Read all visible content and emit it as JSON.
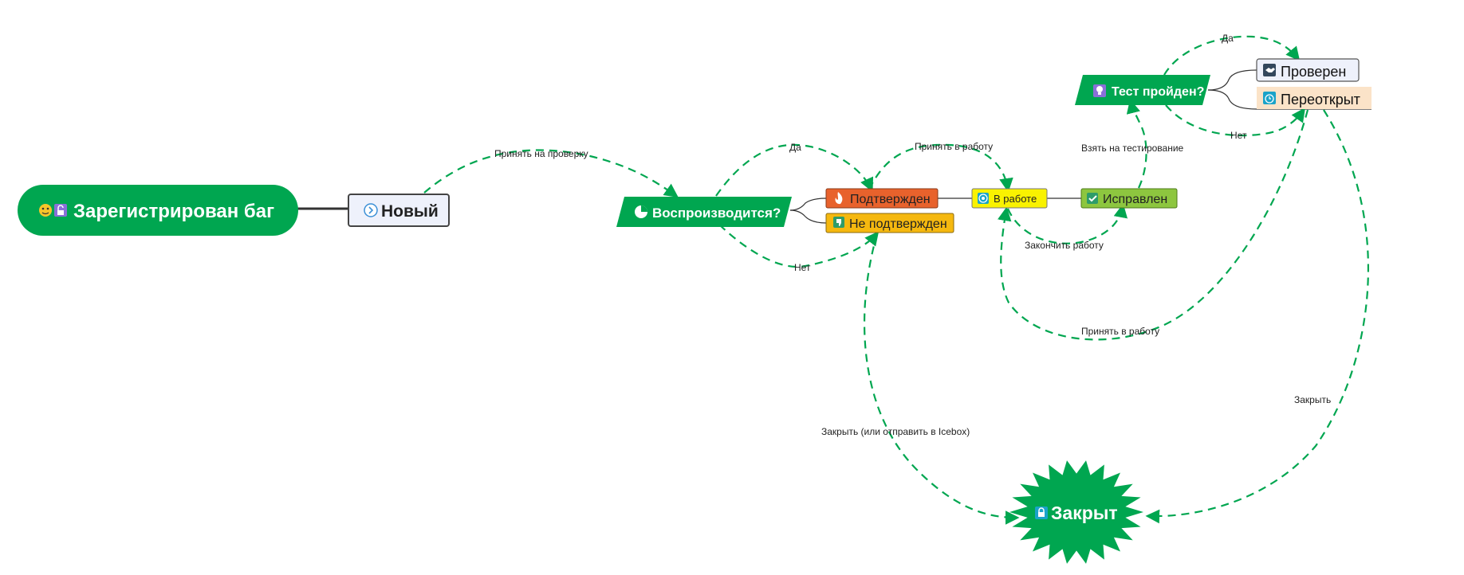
{
  "nodes": {
    "root": {
      "label": "Зарегистрирован баг",
      "icons": [
        "face-icon",
        "lock-open-icon"
      ],
      "fill": "#00a650",
      "text_color": "#ffffff"
    },
    "new": {
      "label": "Новый",
      "icon": "chevron-right-circle-icon",
      "fill": "#eef1fb",
      "border": "#444444"
    },
    "reproduces": {
      "label": "Воспроизводится?",
      "icon": "pie-icon",
      "fill": "#00a650",
      "text_color": "#ffffff"
    },
    "confirmed": {
      "label": "Подтвержден",
      "icon": "fire-icon",
      "fill": "#e8622c"
    },
    "not_confirmed": {
      "label": "Не подтвержден",
      "icon": "thumbs-down-icon",
      "fill": "#f5b80f"
    },
    "in_progress": {
      "label": "В работе",
      "icon": "target-icon",
      "fill": "#f9f200"
    },
    "fixed": {
      "label": "Исправлен",
      "icon": "check-icon",
      "fill": "#8dc63f"
    },
    "test_passed": {
      "label": "Тест пройден?",
      "icon": "lightbulb-icon",
      "fill": "#00a650",
      "text_color": "#ffffff"
    },
    "verified": {
      "label": "Проверен",
      "icon": "handshake-icon",
      "fill": "#eef1fb"
    },
    "reopened": {
      "label": "Переоткрыт",
      "icon": "alarm-clock-icon",
      "fill": "#fbe3c8"
    },
    "closed": {
      "label": "Закрыт",
      "icon": "lock-icon",
      "fill": "#00a650",
      "text_color": "#ffffff"
    }
  },
  "edge_labels": {
    "accept_review": "Принять на проверку",
    "yes_1": "Да",
    "no_1": "Нет",
    "take_work_1": "Принять в работу",
    "finish_work": "Закончить работу",
    "take_testing": "Взять на тестирование",
    "yes_2": "Да",
    "no_2": "Нет",
    "take_work_2": "Принять в работу",
    "close_icebox": "Закрыть (или отправить в Icebox)",
    "close": "Закрыть"
  },
  "colors": {
    "relation": "#00a650",
    "connector": "#333333"
  }
}
